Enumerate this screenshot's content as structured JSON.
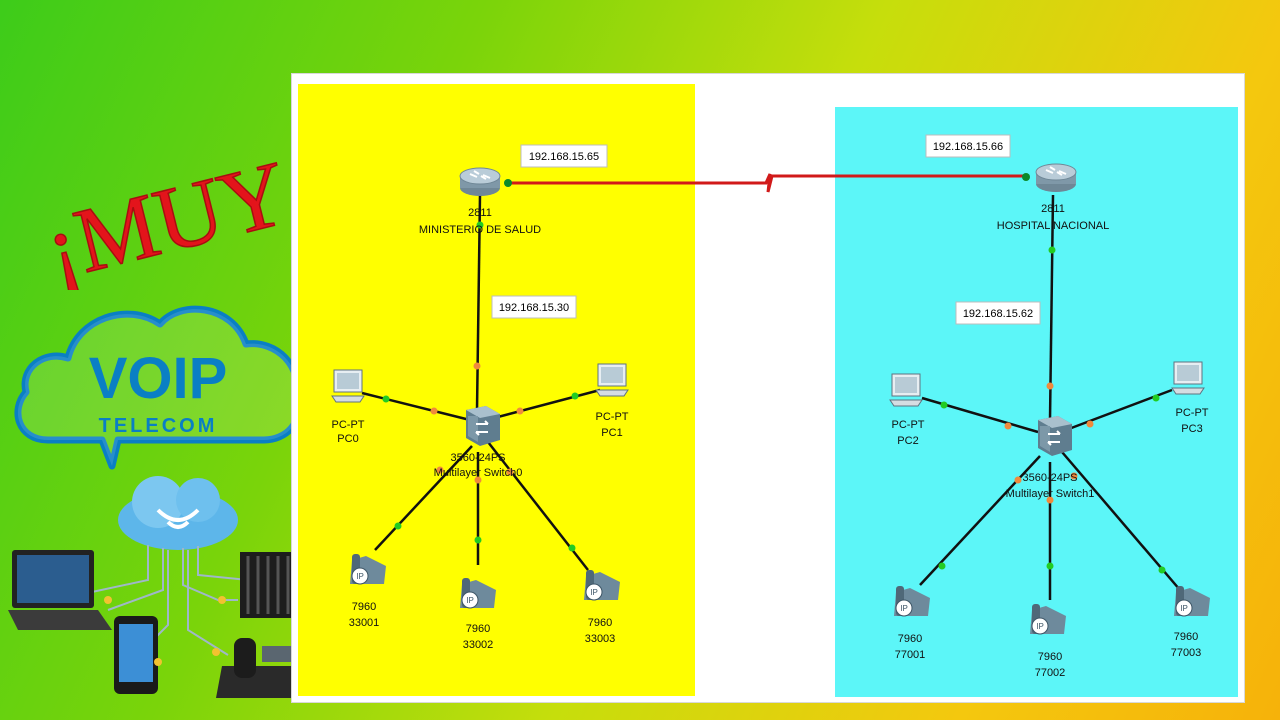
{
  "headline": "¡MUY FÁCIL!",
  "logo": {
    "line1": "VOIP",
    "line2": "TELECOM",
    "icon": "cloud-icon"
  },
  "colors": {
    "left_zone": "#ffff00",
    "right_zone": "#5cf6f8",
    "serial_link": "#d11a1a",
    "headline": "#e3141b",
    "logo": "#0a7fc4"
  },
  "network": {
    "left": {
      "router": {
        "model": "2811",
        "name": "MINISTERIO DE SALUD",
        "ip_wan": "192.168.15.65",
        "ip_lan": "192.168.15.30"
      },
      "switch": {
        "model": "3560-24PS",
        "name": "Multilayer Switch0"
      },
      "pcs": [
        {
          "type": "PC-PT",
          "name": "PC0"
        },
        {
          "type": "PC-PT",
          "name": "PC1"
        }
      ],
      "phones": [
        {
          "model": "7960",
          "ext": "33001"
        },
        {
          "model": "7960",
          "ext": "33002"
        },
        {
          "model": "7960",
          "ext": "33003"
        }
      ]
    },
    "right": {
      "router": {
        "model": "2811",
        "name": "HOSPITAL NACIONAL",
        "ip_wan": "192.168.15.66",
        "ip_lan": "192.168.15.62"
      },
      "switch": {
        "model": "3560-24PS",
        "name": "Multilayer Switch1"
      },
      "pcs": [
        {
          "type": "PC-PT",
          "name": "PC2"
        },
        {
          "type": "PC-PT",
          "name": "PC3"
        }
      ],
      "phones": [
        {
          "model": "7960",
          "ext": "77001"
        },
        {
          "model": "7960",
          "ext": "77002"
        },
        {
          "model": "7960",
          "ext": "77003"
        }
      ]
    }
  }
}
